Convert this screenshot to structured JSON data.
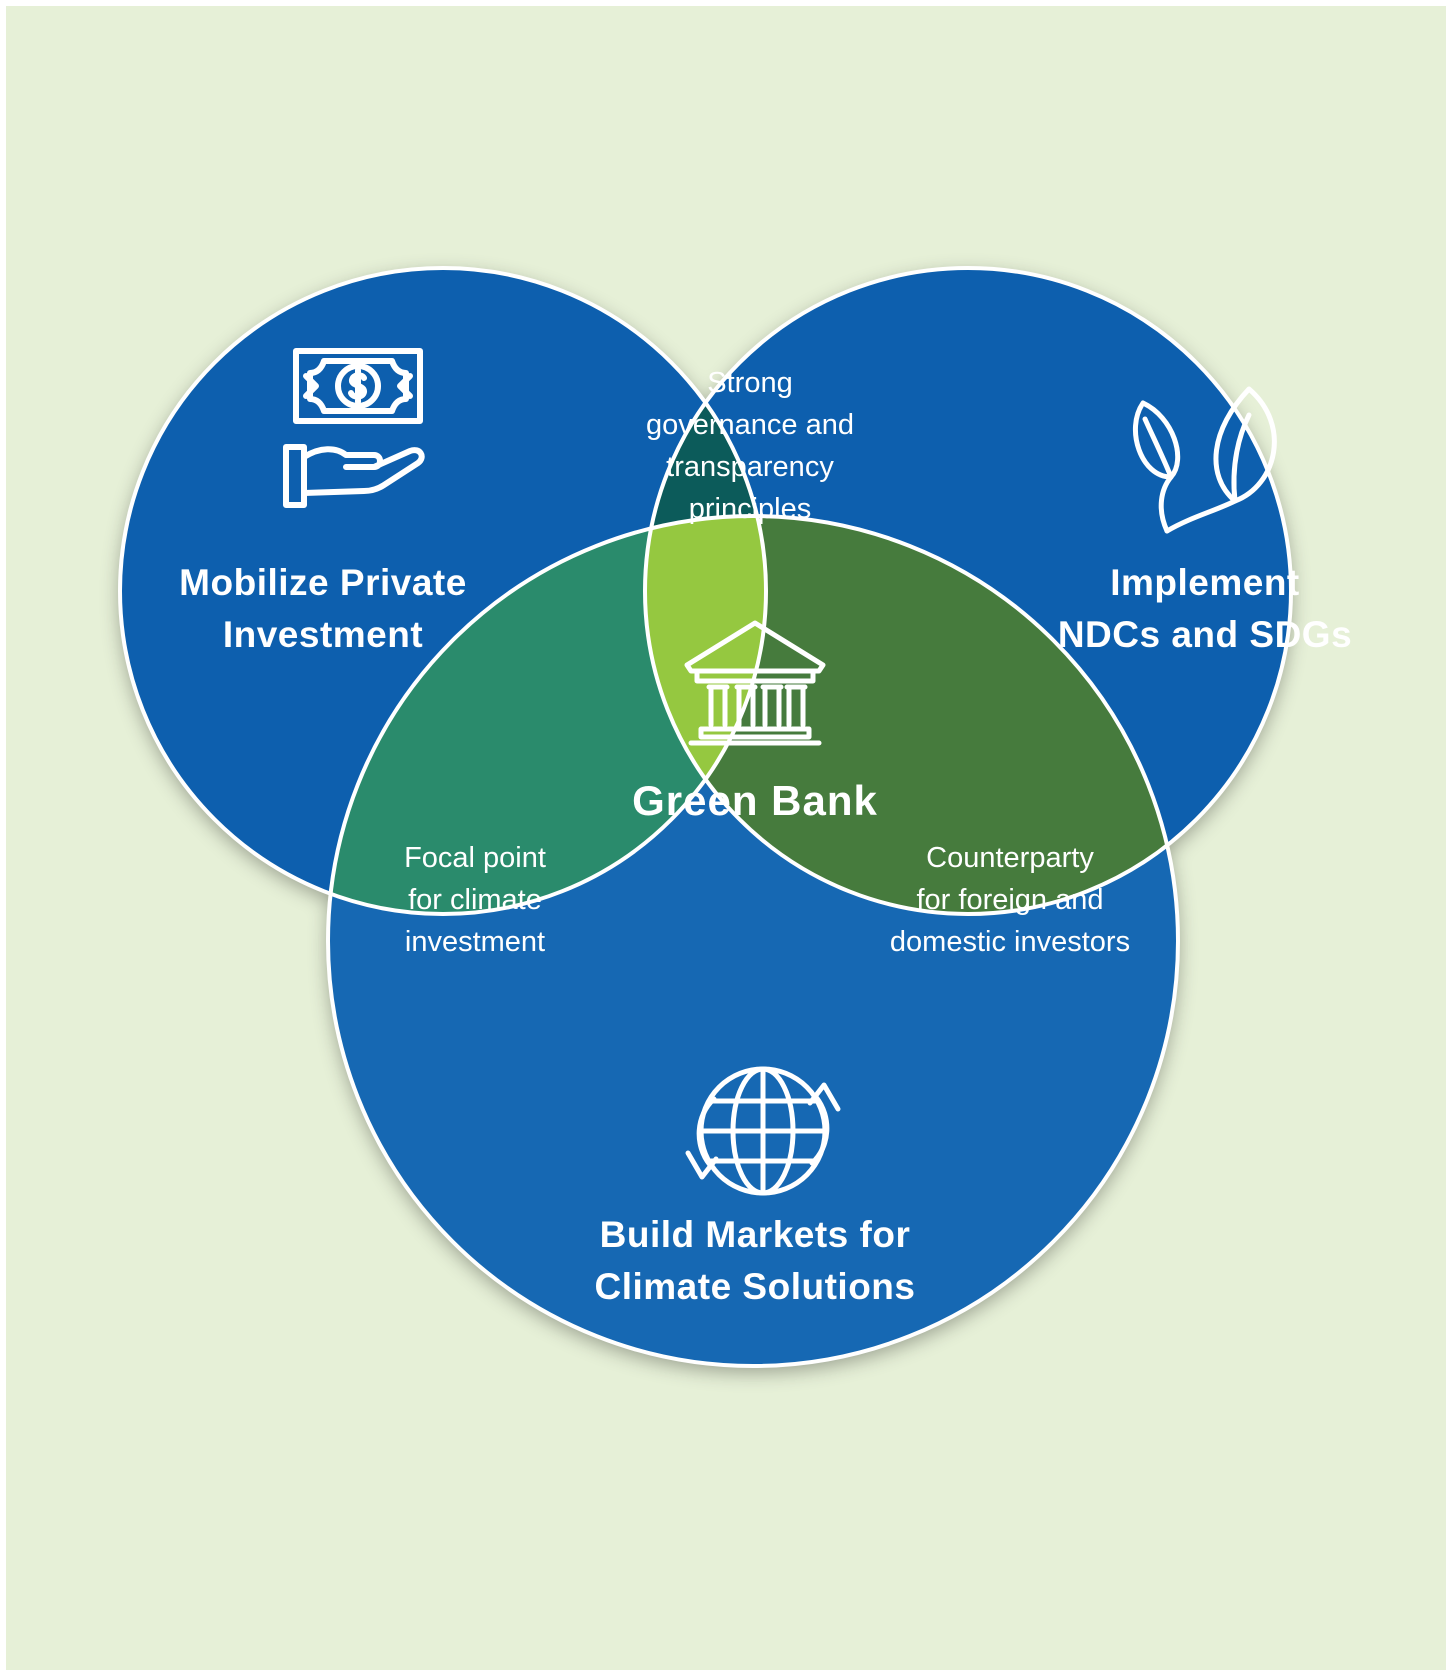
{
  "colors": {
    "background": "#e6f0d7",
    "circle_blue_top": "#0b5fae",
    "circle_blue_bottom": "#1468b3",
    "circle_stroke": "#ffffff",
    "overlap_top": "#0c5b5a",
    "overlap_left": "#2a8b6c",
    "overlap_right": "#467b3d",
    "center": "#95c840"
  },
  "circles": [
    {
      "id": "mobilize",
      "label": "Mobilize Private\nInvestment",
      "icon": "money-hand-icon"
    },
    {
      "id": "implement",
      "label": "Implement\nNDCs and SDGs",
      "icon": "leaves-icon"
    },
    {
      "id": "build",
      "label": "Build Markets for\nClimate Solutions",
      "icon": "globe-arrows-icon"
    }
  ],
  "overlaps": {
    "top": "Strong\ngovernance and\ntransparency\nprinciples",
    "left": "Focal point\nfor climate\ninvestment",
    "right": "Counterparty\nfor foreign and\ndomestic investors"
  },
  "center": {
    "label": "Green Bank",
    "icon": "bank-building-icon"
  }
}
